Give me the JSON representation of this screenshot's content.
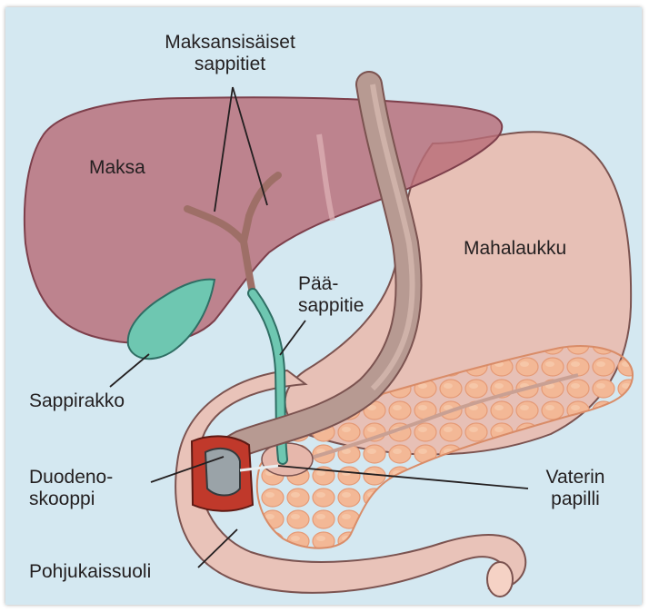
{
  "labels": {
    "intrahepatic_ducts": [
      "Maksansisäiset",
      "sappitiet"
    ],
    "liver": "Maksa",
    "stomach": "Mahalaukku",
    "common_bile_duct": [
      "Pää-",
      "sappitie"
    ],
    "gallbladder": "Sappirakko",
    "duodenoscope": [
      "Duodeno-",
      "skooppi"
    ],
    "papilla": [
      "Vaterin",
      "papilli"
    ],
    "duodenum": "Pohjukaissuoli"
  },
  "colors": {
    "background": "#d4e8f1",
    "liver": "#b86c78",
    "stomach": "#e7c0b6",
    "pancreas": "#f2b089",
    "bile": "#6ec7b1",
    "scope": "#b79a92",
    "duodenum": "#e9c3b9",
    "incision": "#c0392b"
  }
}
